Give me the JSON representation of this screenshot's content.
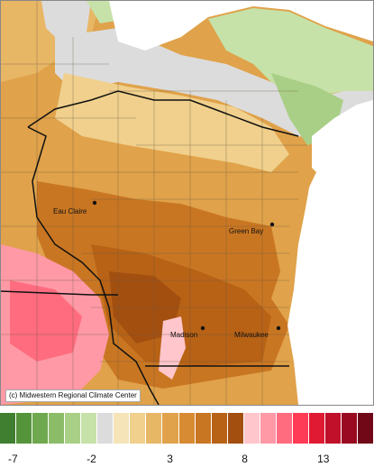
{
  "map": {
    "credit": "(c) Midwestern Regional Climate Center",
    "cities": [
      {
        "name": "Eau Claire",
        "label": "Eau Claire"
      },
      {
        "name": "Green Bay",
        "label": "Green Bay"
      },
      {
        "name": "Madison",
        "label": "Madison"
      },
      {
        "name": "Milwaukee",
        "label": "Milwaukee"
      }
    ]
  },
  "legend": {
    "colors": [
      "#3f7f2f",
      "#55943b",
      "#6fa84e",
      "#8cbc68",
      "#a9cf86",
      "#c6e2a8",
      "#dcdcdc",
      "#f4e4b8",
      "#f0d08c",
      "#e8b766",
      "#e0a24a",
      "#d78b33",
      "#c97622",
      "#b86216",
      "#a34f10",
      "#ffc6cc",
      "#ff99a6",
      "#ff6c80",
      "#ff3b55",
      "#e01a33",
      "#c0102a",
      "#9a0a20",
      "#700818"
    ],
    "ticks": [
      {
        "label": "-7",
        "pos": 0.02
      },
      {
        "label": "-2",
        "pos": 0.23
      },
      {
        "label": "3",
        "pos": 0.44
      },
      {
        "label": "8",
        "pos": 0.64
      },
      {
        "label": "13",
        "pos": 0.85
      }
    ]
  }
}
